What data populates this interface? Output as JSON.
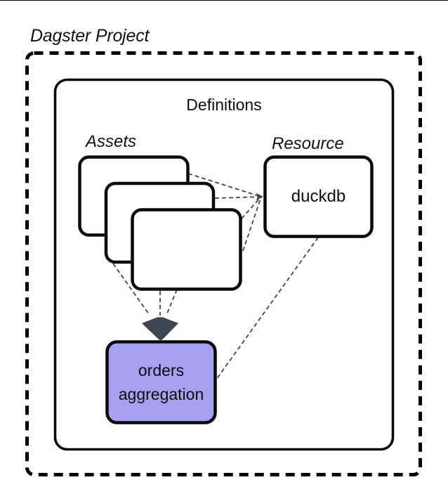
{
  "diagram": {
    "title": "Dagster Project",
    "definitions_label": "Definitions",
    "assets_label": "Assets",
    "resource_label": "Resource",
    "resource_node_label": "duckdb",
    "asset_node_label": "orders aggregation",
    "colors": {
      "node_border": "#0a0a0a",
      "node_fill": "#ffffff",
      "asset_node_fill": "#a8a0f2",
      "edge": "#3d4754",
      "arrowhead": "#3e4653",
      "outer_border": "#000000"
    },
    "edges": [
      {
        "from": "asset-card-1",
        "to": "duckdb",
        "style": "dashed"
      },
      {
        "from": "asset-card-2",
        "to": "duckdb",
        "style": "dashed"
      },
      {
        "from": "asset-card-3",
        "to": "duckdb",
        "style": "dashed"
      },
      {
        "from": "asset-card-3",
        "to": "duckdb",
        "style": "dashed"
      },
      {
        "from": "asset-card-1",
        "to": "orders aggregation",
        "style": "dashed-arrow"
      },
      {
        "from": "asset-card-2",
        "to": "orders aggregation",
        "style": "dashed-arrow"
      },
      {
        "from": "asset-card-3",
        "to": "orders aggregation",
        "style": "dashed-arrow"
      },
      {
        "from": "duckdb",
        "to": "orders aggregation",
        "style": "dashed"
      }
    ]
  }
}
